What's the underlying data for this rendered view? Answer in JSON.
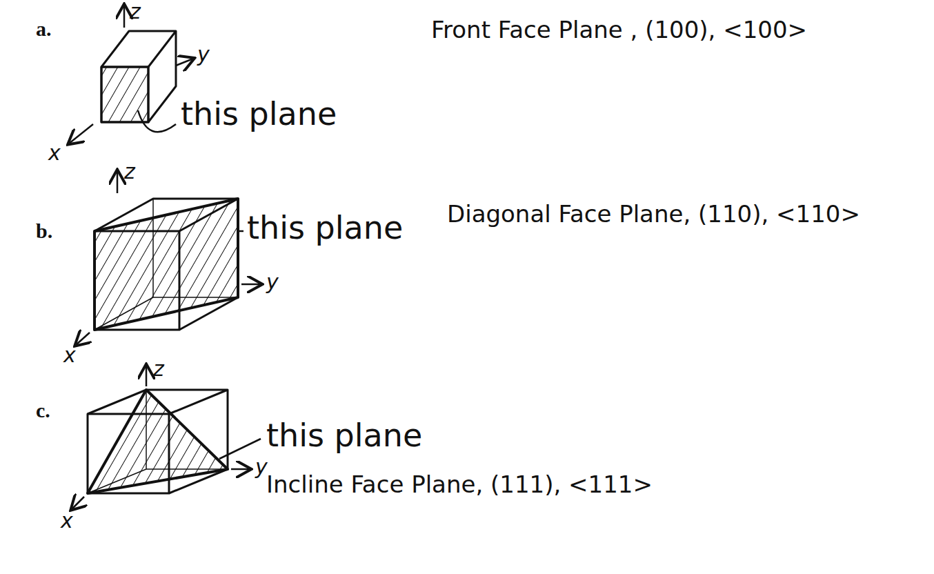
{
  "diagram": {
    "labels": [
      "a.",
      "z",
      "y",
      "x",
      "this plane",
      "Front Face Plane , (100), <100>",
      "b.",
      "z",
      "y",
      "x",
      "this plane",
      "Diagonal Face Plane, (110), <110>",
      "c.",
      "z",
      "y",
      "x",
      "this plane",
      "Incline Face Plane, (111), <111>"
    ]
  }
}
